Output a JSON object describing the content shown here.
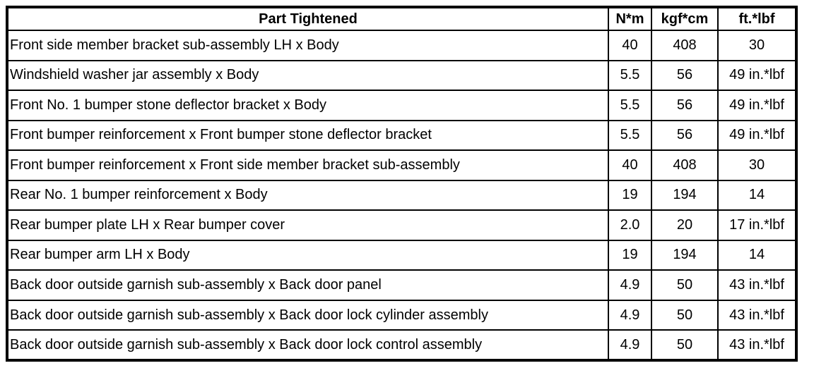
{
  "table": {
    "headers": {
      "part": "Part Tightened",
      "nm": "N*m",
      "kgfcm": "kgf*cm",
      "ftlbf": "ft.*lbf"
    },
    "rows": [
      {
        "part": "Front side member bracket sub-assembly LH x Body",
        "nm": "40",
        "kgfcm": "408",
        "ftlbf": "30"
      },
      {
        "part": "Windshield washer jar assembly x Body",
        "nm": "5.5",
        "kgfcm": "56",
        "ftlbf": "49 in.*lbf"
      },
      {
        "part": "Front No. 1 bumper stone deflector bracket x Body",
        "nm": "5.5",
        "kgfcm": "56",
        "ftlbf": "49 in.*lbf"
      },
      {
        "part": "Front bumper reinforcement x Front bumper stone deflector bracket",
        "nm": "5.5",
        "kgfcm": "56",
        "ftlbf": "49 in.*lbf"
      },
      {
        "part": "Front bumper reinforcement x Front side member bracket sub-assembly",
        "nm": "40",
        "kgfcm": "408",
        "ftlbf": "30"
      },
      {
        "part": "Rear No. 1 bumper reinforcement x Body",
        "nm": "19",
        "kgfcm": "194",
        "ftlbf": "14"
      },
      {
        "part": "Rear bumper plate LH x Rear bumper cover",
        "nm": "2.0",
        "kgfcm": "20",
        "ftlbf": "17 in.*lbf"
      },
      {
        "part": "Rear bumper arm LH x Body",
        "nm": "19",
        "kgfcm": "194",
        "ftlbf": "14"
      },
      {
        "part": "Back door outside garnish sub-assembly x Back door panel",
        "nm": "4.9",
        "kgfcm": "50",
        "ftlbf": "43 in.*lbf"
      },
      {
        "part": "Back door outside garnish sub-assembly x Back door lock cylinder assembly",
        "nm": "4.9",
        "kgfcm": "50",
        "ftlbf": "43 in.*lbf"
      },
      {
        "part": "Back door outside garnish sub-assembly x Back door lock control assembly",
        "nm": "4.9",
        "kgfcm": "50",
        "ftlbf": "43 in.*lbf"
      }
    ]
  }
}
